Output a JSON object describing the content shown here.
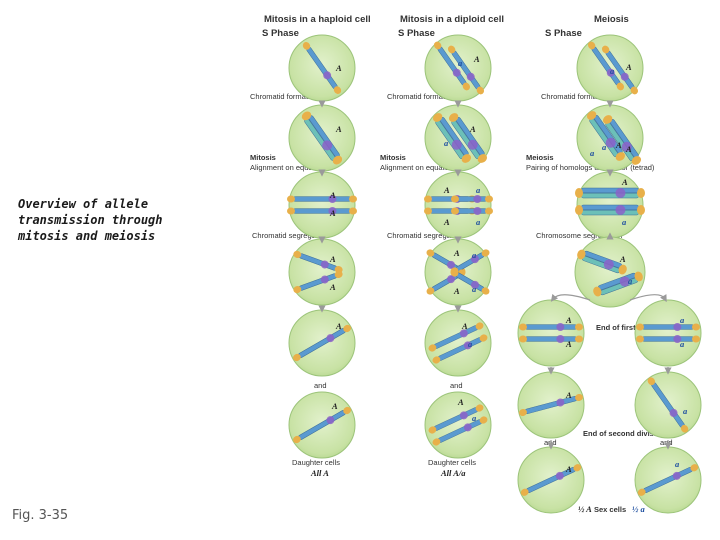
{
  "caption": "Overview of allele transmission through mitosis and meiosis",
  "figure_label": "Fig. 3-35",
  "columns": [
    {
      "title": "Mitosis in a haploid cell",
      "phase": "S Phase"
    },
    {
      "title": "Mitosis in a diploid cell",
      "phase": "S Phase"
    },
    {
      "title": "Meiosis",
      "phase": "S Phase"
    }
  ],
  "steps": {
    "chromatid_formation": "Chromatid formation",
    "mitosis_alignment_title": "Mitosis",
    "alignment_text": "Alignment on equator",
    "meiosis_title": "Meiosis",
    "pairing_text": "Pairing of homologs at equator (tetrad)",
    "chromatid_segregation": "Chromatid segregation",
    "chromosome_segregation": "Chromosome segregation",
    "end_first_division": "End of first division",
    "end_second_division": "End of second division",
    "and": "and",
    "daughter_cells": "Daughter cells",
    "haploid_result": "All A",
    "diploid_result": "All A/a",
    "sex_cells_left": "½ A",
    "sex_cells_mid": "Sex cells",
    "sex_cells_right": "½ a"
  },
  "alleles": {
    "dominant": "A",
    "recessive": "a"
  },
  "colors": {
    "cell_fill": "#c8e2a4",
    "cell_edge": "#9cc47a",
    "chromatid_blue": "#5a9ad0",
    "chromatid_teal": "#6cc0b8",
    "centromere_purple": "#8c62c8",
    "telomere_orange": "#e8b04a",
    "allele_a_blue": "#1e4fa0",
    "arrow_grey": "#9a9a9a"
  }
}
